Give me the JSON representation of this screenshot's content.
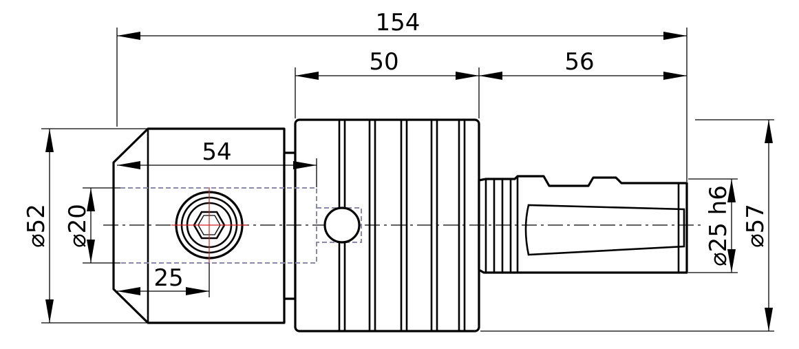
{
  "dimensions": {
    "overall_length": "154",
    "flange_length": "50",
    "shank_length": "56",
    "chuck_bore_length": "54",
    "screw_position": "25",
    "chuck_outer_diameter": "⌀52",
    "bore_diameter": "⌀20",
    "shank_diameter": "⌀25 h6",
    "flange_diameter": "⌀57"
  },
  "colors": {
    "line": "#000000",
    "hidden_line": "#8a8aa8",
    "center_mark": "#d02020"
  },
  "icons": {
    "clamp_screw": "hex-socket-screw-icon",
    "cross_hole": "cross-hole-icon"
  }
}
